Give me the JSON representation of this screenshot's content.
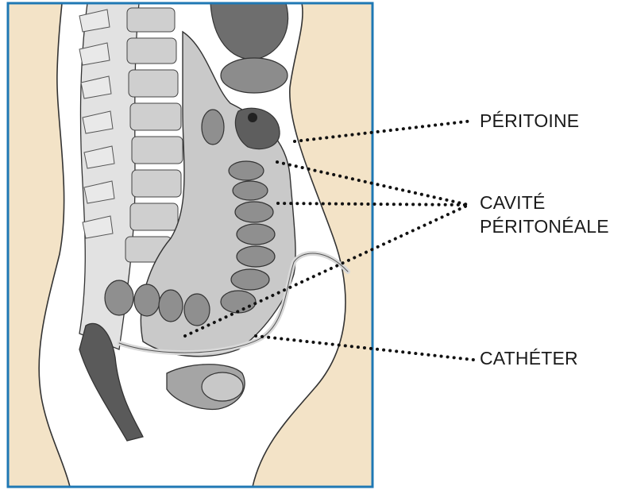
{
  "labels": {
    "peritoine": "PÉRITOINE",
    "cavite_line1": "CAVITÉ",
    "cavite_line2": "PÉRITONÉALE",
    "catheter": "CATHÉTER"
  },
  "colors": {
    "background_skin": "#f3e3c7",
    "frame_border": "#1f78b4",
    "body_fill": "#ffffff",
    "tissue_light": "#d5d5d5",
    "tissue_mid": "#9a9a9a",
    "tissue_dark": "#555555",
    "outline": "#333333",
    "leader_line": "#111111"
  }
}
